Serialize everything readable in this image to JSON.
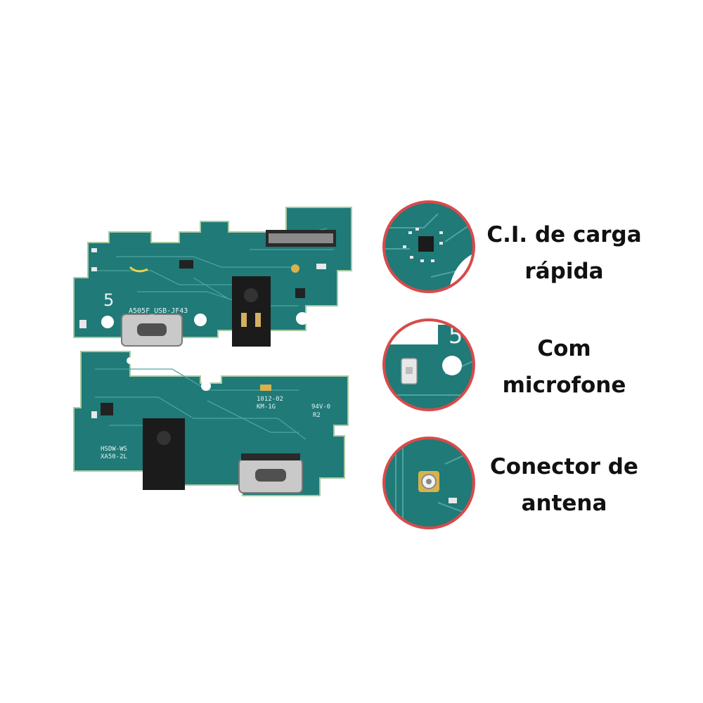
{
  "colors": {
    "pcb": "#1f7a78",
    "pcb_dark": "#155d5b",
    "pcb_edge": "#a9c9a0",
    "trace": "#4fa3a0",
    "zoom_ring": "#d84a4a",
    "caption_text": "#111111"
  },
  "board_markings": {
    "top_digit": "5",
    "top_label": "A505F_USB-JF43",
    "bottom_label_1": "HSDW-WS",
    "bottom_label_2": "XA50-2L",
    "bottom_code_1": "1012-02",
    "bottom_code_2": "KM-1G",
    "bottom_code_3": "94V-0",
    "bottom_code_4": "R2"
  },
  "zoom_1_digit": "5",
  "features": [
    {
      "line1": "C.I. de carga",
      "line2": "rápida",
      "icon": "ic-chip-closeup"
    },
    {
      "line1": "Com",
      "line2": "microfone",
      "icon": "microphone-closeup"
    },
    {
      "line1": "Conector de",
      "line2": "antena",
      "icon": "antenna-connector-closeup"
    }
  ]
}
